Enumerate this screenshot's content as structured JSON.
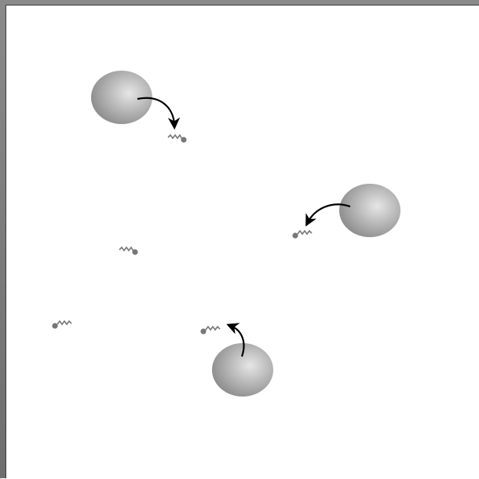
{
  "diagram": {
    "cells": [
      {
        "id": "cell-1",
        "releases_to": "molecule-1"
      },
      {
        "id": "cell-2",
        "releases_to": "molecule-2"
      },
      {
        "id": "cell-3",
        "releases_to": "molecule-3"
      }
    ],
    "molecules": [
      {
        "id": "molecule-1",
        "released": true
      },
      {
        "id": "molecule-2",
        "released": true
      },
      {
        "id": "molecule-3",
        "released": true
      },
      {
        "id": "molecule-4",
        "released": false
      },
      {
        "id": "molecule-5",
        "released": false
      }
    ],
    "colors": {
      "cell_light": "#e6e6e6",
      "cell_dark": "#8c8c8c",
      "molecule": "#777777",
      "arrow": "#000000",
      "frame": "#7a7a7a"
    }
  }
}
